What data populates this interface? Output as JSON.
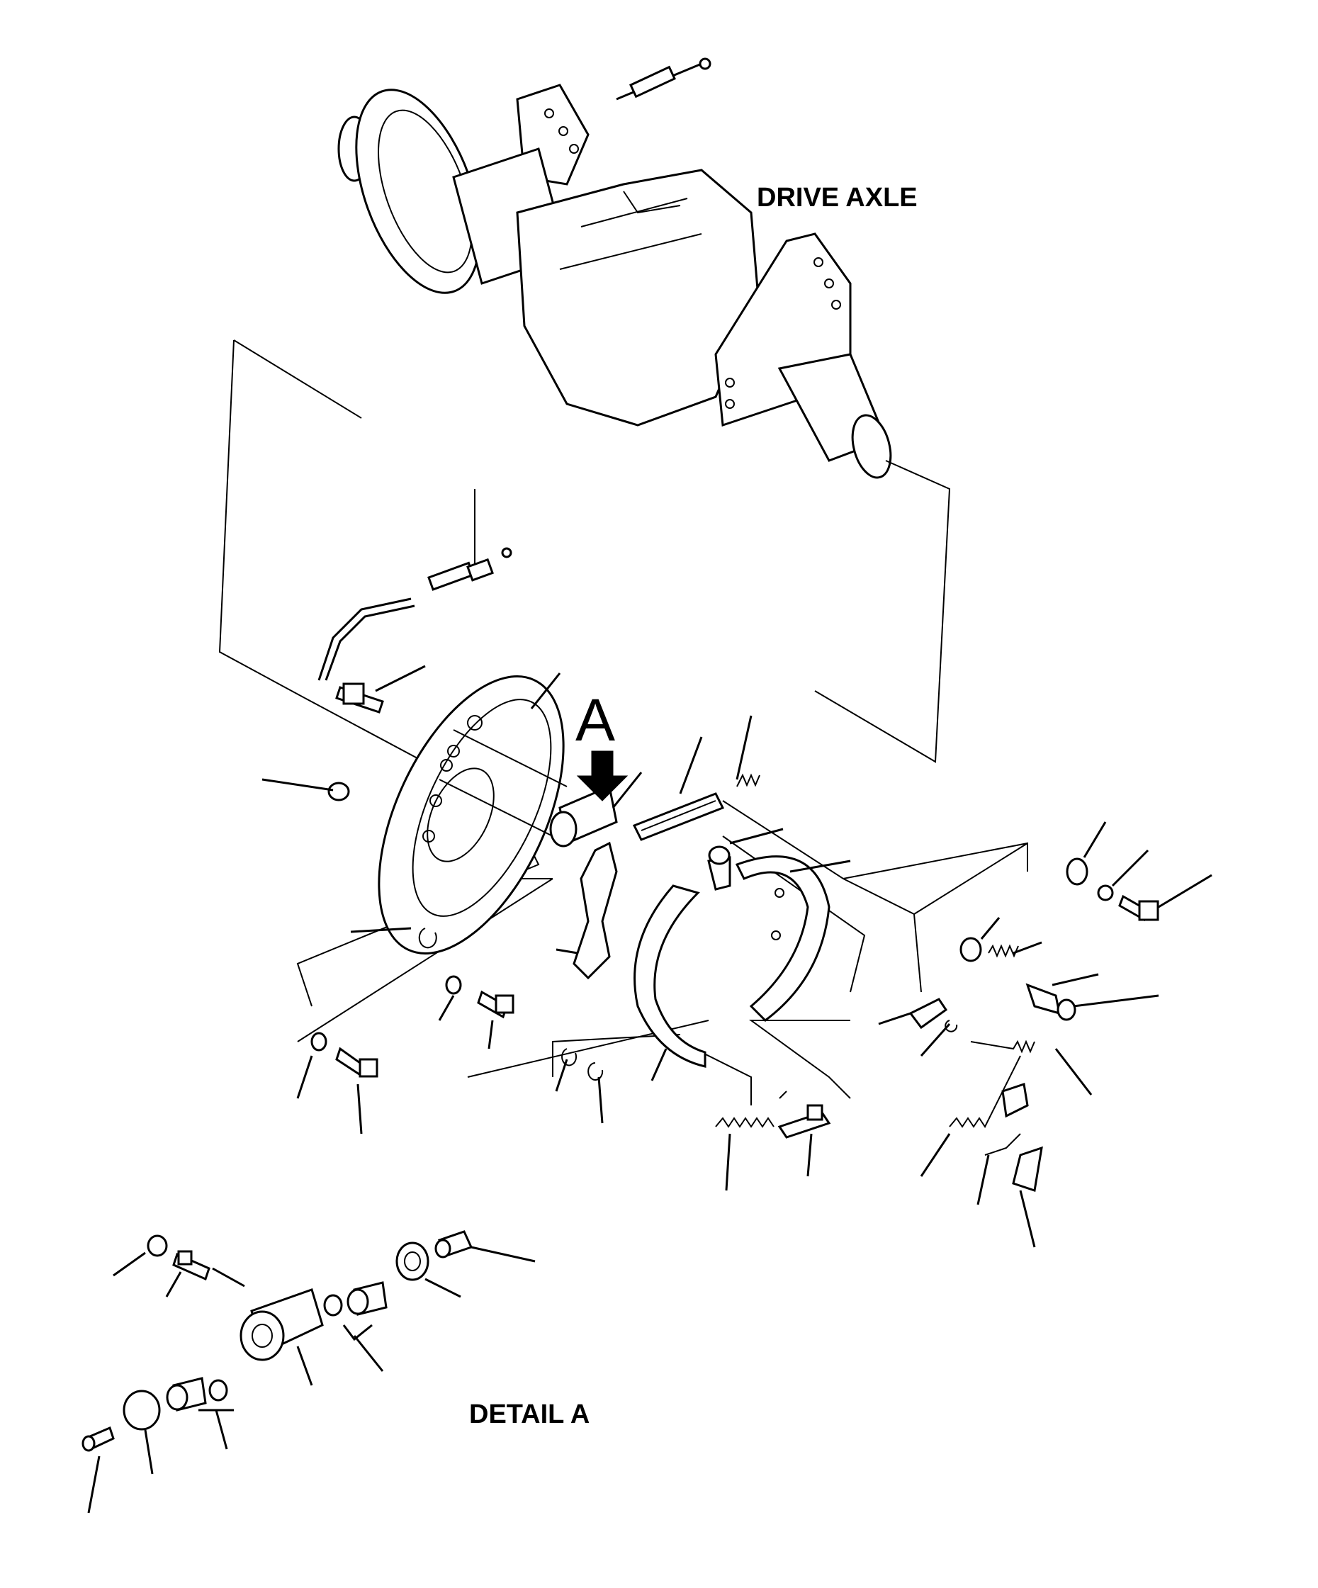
{
  "labels": {
    "drive_axle": "DRIVE AXLE",
    "detail_a": "DETAIL A",
    "marker": "A"
  },
  "colors": {
    "ink": "#000000",
    "paper": "#ffffff"
  }
}
